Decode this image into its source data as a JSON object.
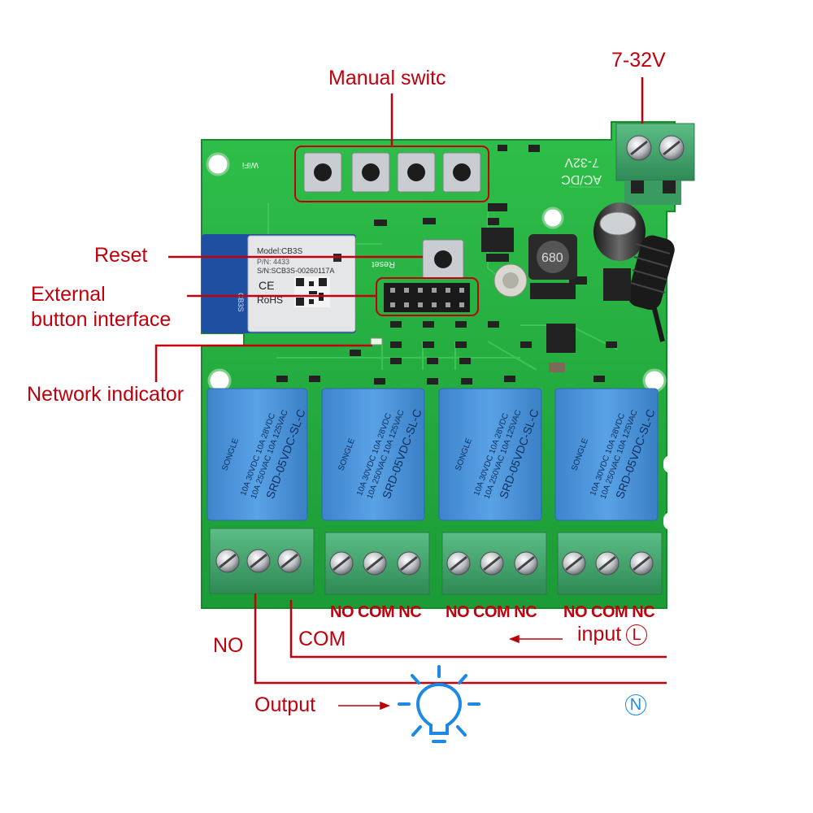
{
  "callouts": {
    "manual_switch": "Manual switc",
    "power_voltage": "7-32V",
    "reset": "Reset",
    "external_button": [
      "External",
      "button interface"
    ],
    "network_indicator": "Network indicator",
    "no_label": "NO",
    "com_label": "COM",
    "input_label": "input",
    "input_symbol": "L",
    "output_label": "Output",
    "neutral_symbol": "N"
  },
  "relay_terminals": [
    "NO COM NC",
    "NO COM NC",
    "NO COM NC"
  ],
  "module": {
    "model": "Model:CB3S",
    "pn": "P/N: 4433",
    "sn": "S/N:SCB3S-00260117A",
    "ce": "CE",
    "rohs": "RoHS",
    "side_label": "CB3S"
  },
  "pcb_silk": {
    "wifi": "WiFi",
    "reset": "Reset",
    "power_silk": [
      "7-32V",
      "AC/DC"
    ],
    "inductor": "680"
  },
  "relay": {
    "brand": "SONGLE",
    "model": "SRD-05VDC-SL-C",
    "rating_1": "10A 250VAC 10A 125VAC",
    "rating_2": "10A 30VDC 10A 28VDC"
  },
  "colors": {
    "pcb": "#1fa63c",
    "relay": "#4a90d6",
    "terminal": "#3c9c64",
    "annotation": "#c0000c",
    "bulb": "#1e88e5"
  }
}
